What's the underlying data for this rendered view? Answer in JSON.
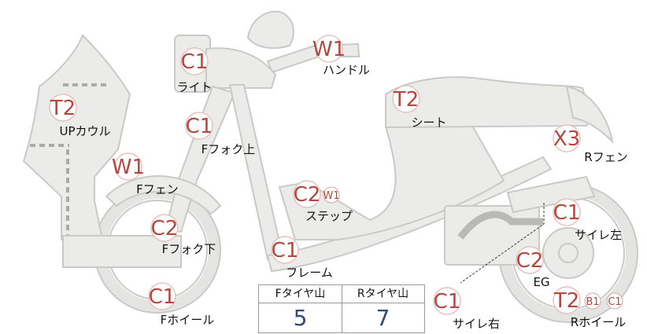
{
  "parts": [
    {
      "id": "light",
      "code": "C1",
      "label": "ライト"
    },
    {
      "id": "handle",
      "code": "W1",
      "label": "ハンドル"
    },
    {
      "id": "up_cowl",
      "code": "T2",
      "label": "UPカウル"
    },
    {
      "id": "f_fork_upper",
      "code": "C1",
      "label": "Fフォク上"
    },
    {
      "id": "seat",
      "code": "T2",
      "label": "シート"
    },
    {
      "id": "r_fender",
      "code": "X3",
      "label": "Rフェン"
    },
    {
      "id": "f_fender",
      "code": "W1",
      "label": "Fフェン"
    },
    {
      "id": "step",
      "code": "C2",
      "extra": [
        "W1"
      ],
      "label": "ステップ"
    },
    {
      "id": "muffler_left",
      "code": "C1",
      "label": "サイレ左"
    },
    {
      "id": "f_fork_lower",
      "code": "C2",
      "label": "Fフォク下"
    },
    {
      "id": "frame",
      "code": "C1",
      "label": "フレーム"
    },
    {
      "id": "engine",
      "code": "C2",
      "label": "EG"
    },
    {
      "id": "f_wheel",
      "code": "C1",
      "label": "Fホイール"
    },
    {
      "id": "muffler_right",
      "code": "C1",
      "label": "サイレ右"
    },
    {
      "id": "r_wheel",
      "code": "T2",
      "extra": [
        "B1",
        "C1"
      ],
      "label": "Rホイール"
    }
  ],
  "tread": {
    "front_label": "Fタイヤ山",
    "front_value": "5",
    "rear_label": "Rタイヤ山",
    "rear_value": "7"
  },
  "colors": {
    "code": "#b4473f",
    "tread_value": "#2f4a7a",
    "part_fill": "#ebebea"
  }
}
